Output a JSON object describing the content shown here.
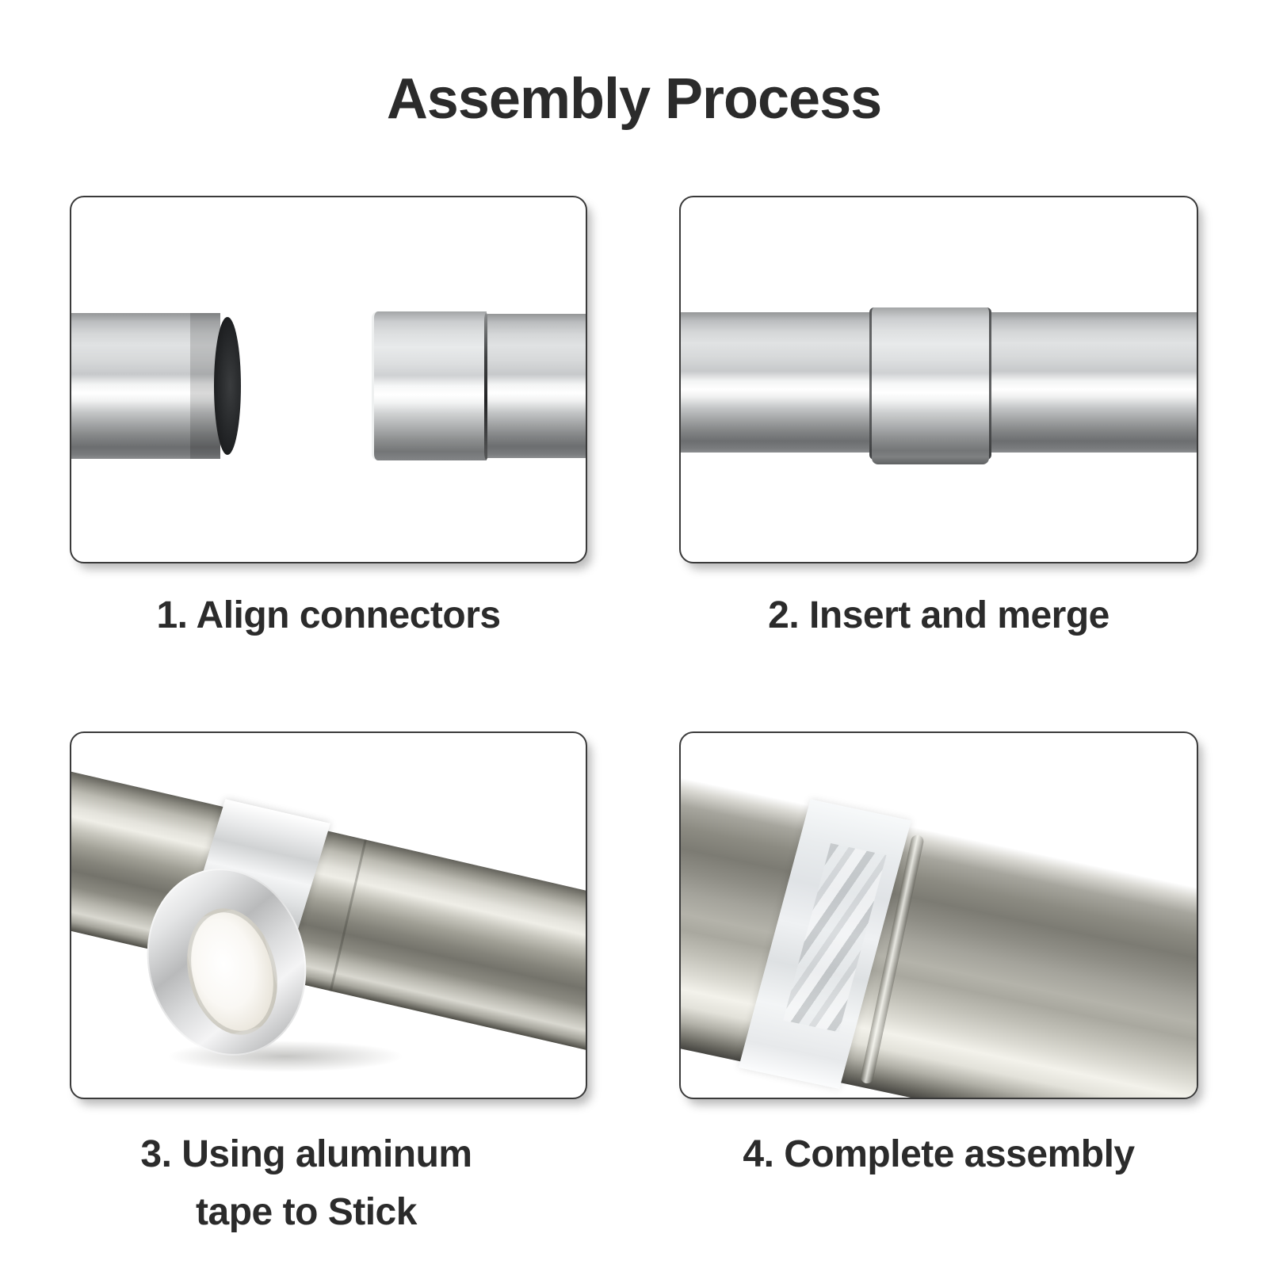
{
  "page": {
    "title": "Assembly Process",
    "background_color": "#ffffff",
    "text_color": "#2b2b2b",
    "panel_border_color": "#3a3a3a"
  },
  "steps": [
    {
      "id": 1,
      "caption": "1. Align connectors",
      "photo_alt": "two separated metal tube ends: open tube mouth on the left, connector sleeve on the right"
    },
    {
      "id": 2,
      "caption": "2. Insert and merge",
      "photo_alt": "single continuous metal tube with the connector sleeve joined in the middle"
    },
    {
      "id": 3,
      "caption_lines": [
        "3. Using aluminum",
        "tape to Stick"
      ],
      "photo_alt": "roll of aluminum tape resting against a diagonal tube whose joint is wrapped with tape"
    },
    {
      "id": 4,
      "caption": "4. Complete assembly",
      "photo_alt": "finished diagonal tube with aluminum tape band sealing the joint"
    }
  ]
}
